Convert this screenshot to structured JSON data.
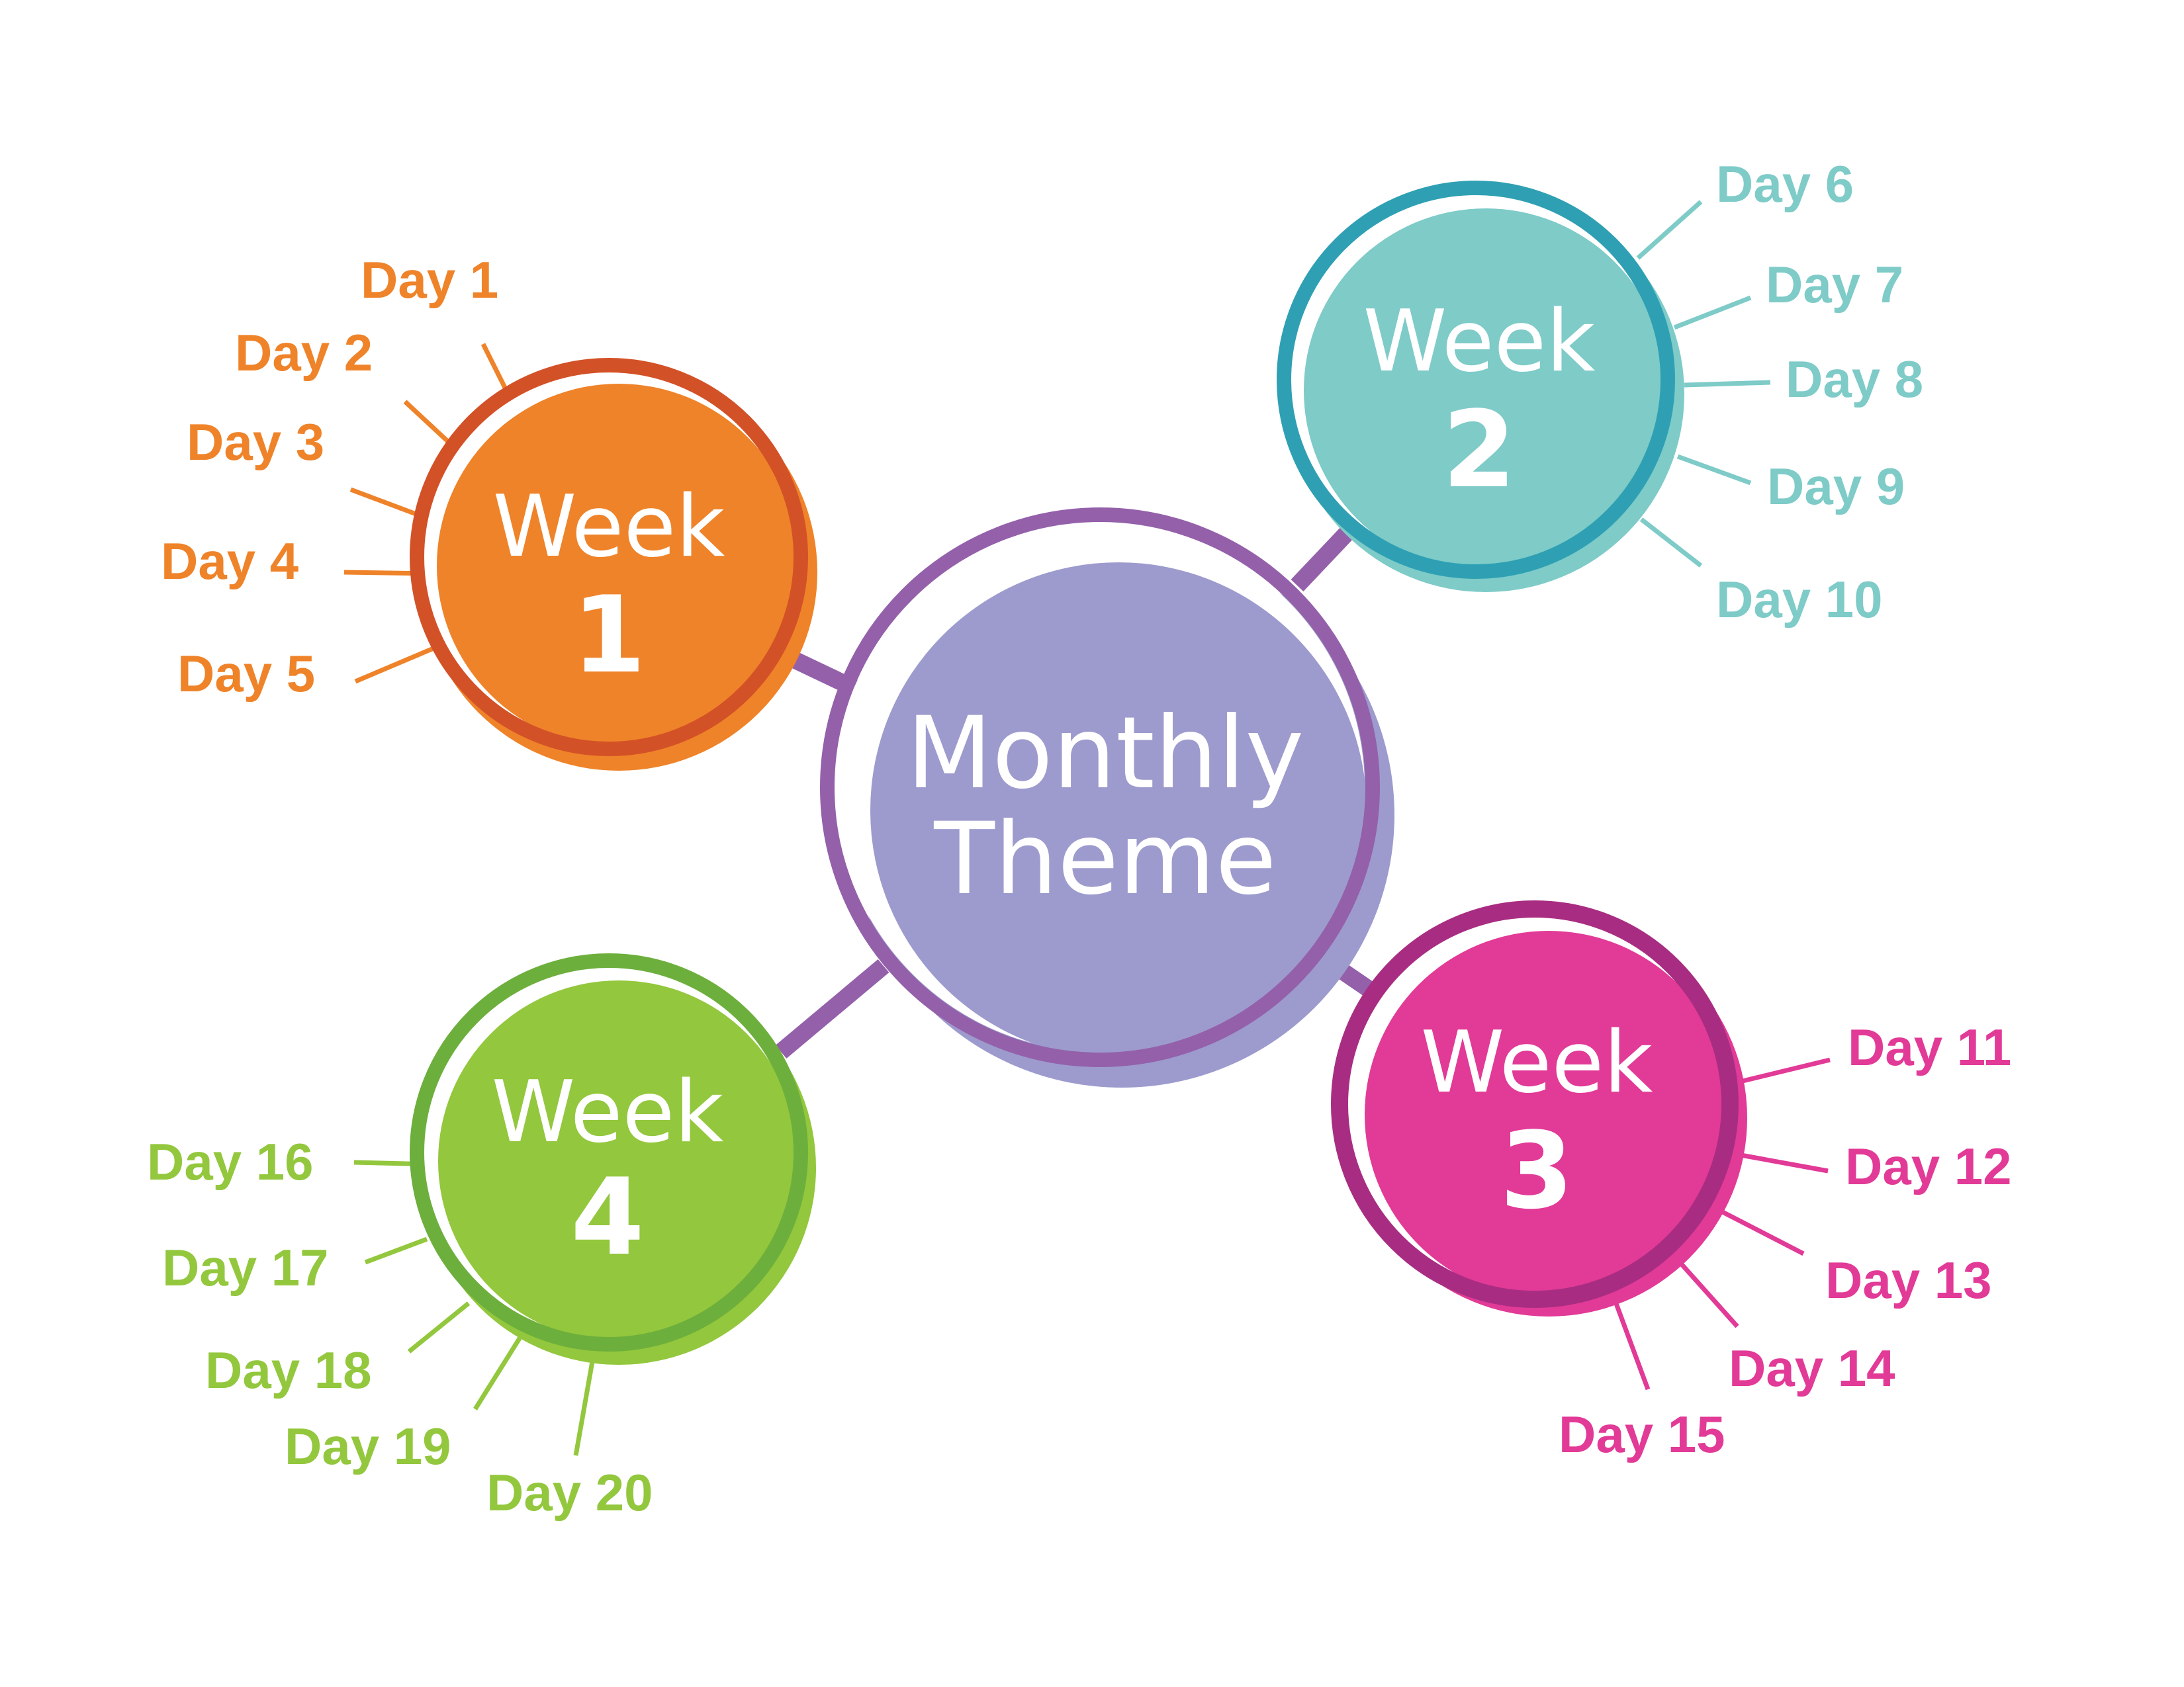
{
  "center": {
    "line1": "Monthly",
    "line2": "Theme",
    "fill": "#9d9bcd",
    "ring": "#9460aa"
  },
  "weeks": [
    {
      "title": "Week",
      "number": "1",
      "fill": "#ef8329",
      "ring": "#d35127",
      "label_color": "#ef8329",
      "days": [
        "Day 1",
        "Day 2",
        "Day 3",
        "Day 4",
        "Day 5"
      ]
    },
    {
      "title": "Week",
      "number": "2",
      "fill": "#7ecbc8",
      "ring": "#2fa0b3",
      "label_color": "#7ecbc8",
      "days": [
        "Day 6",
        "Day 7",
        "Day 8",
        "Day 9",
        "Day 10"
      ]
    },
    {
      "title": "Week",
      "number": "3",
      "fill": "#e23a97",
      "ring": "#a82d82",
      "label_color": "#e23a97",
      "days": [
        "Day 11",
        "Day 12",
        "Day 13",
        "Day 14",
        "Day 15"
      ]
    },
    {
      "title": "Week",
      "number": "4",
      "fill": "#93c73d",
      "ring": "#6daf3c",
      "label_color": "#93c73d",
      "days": [
        "Day 16",
        "Day 17",
        "Day 18",
        "Day 19",
        "Day 20"
      ]
    }
  ]
}
